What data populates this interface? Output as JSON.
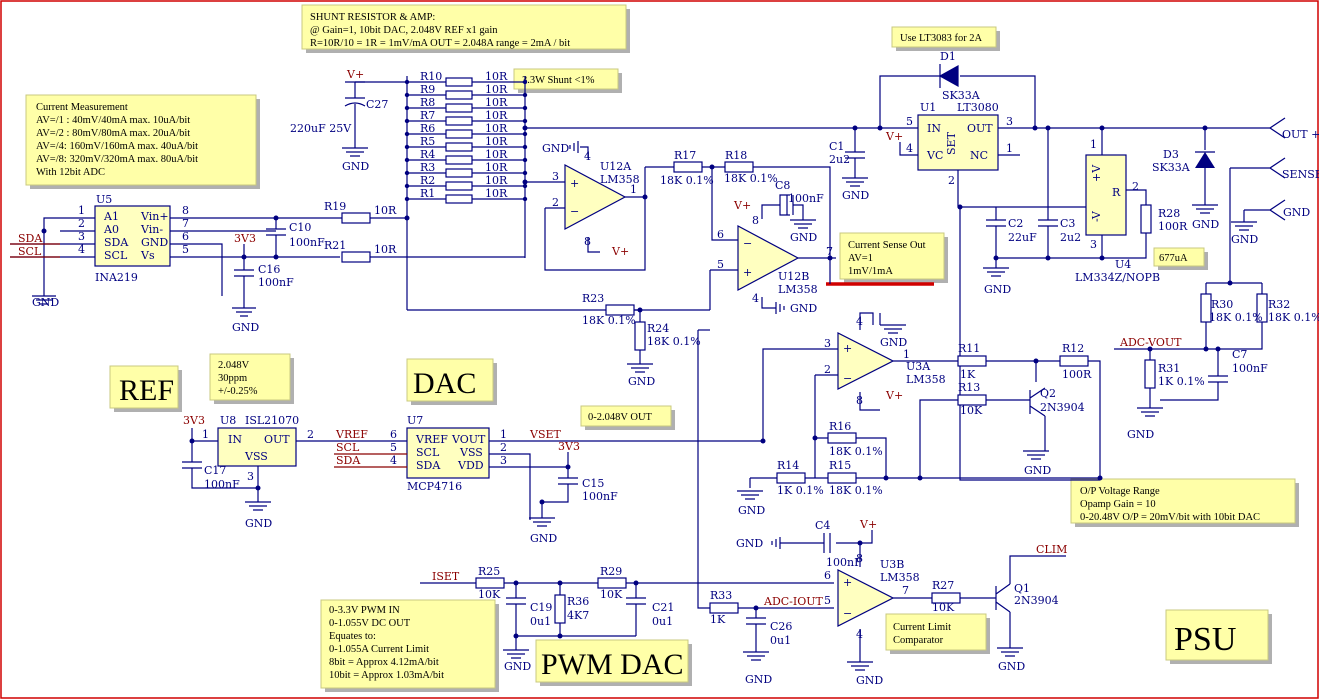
{
  "notes": {
    "shunt": [
      "SHUNT RESISTOR & AMP:",
      "@ Gain=1, 10bit DAC, 2.048V REF x1 gain",
      "R=10R/10 = 1R = 1mV/mA OUT = 2.048A range = 2mA / bit"
    ],
    "lt3083": [
      "Use LT3083 for 2A"
    ],
    "shunt33": [
      "3.3W Shunt <1%"
    ],
    "current_meas": [
      "Current Measurement",
      "AV=/1 : 40mV/40mA max. 10uA/bit",
      "AV=/2 : 80mV/80mA max. 20uA/bit",
      "AV=/4: 160mV/160mA max. 40uA/bit",
      "AV=/8: 320mV/320mA max. 80uA/bit",
      "With 12bit ADC"
    ],
    "current_sense": [
      "Current Sense Out",
      "AV=1",
      "1mV/1mA"
    ],
    "ref": [
      "2.048V",
      "30ppm",
      "+/-0.25%"
    ],
    "dac_out": [
      "0-2.048V OUT"
    ],
    "op_range": [
      "O/P Voltage Range",
      "Opamp Gain = 10",
      "0-20.48V O/P = 20mV/bit with 10bit DAC"
    ],
    "pwm": [
      "0-3.3V PWM IN",
      "0-1.055V DC OUT",
      "Equates to:",
      "0-1.055A Current Limit",
      "8bit = Approx 4.12mA/bit",
      "10bit = Approx 1.03mA/bit"
    ],
    "climit": [
      "Current Limit",
      "Comparator"
    ],
    "ua677": [
      "677uA"
    ]
  },
  "titles": {
    "ref": "REF",
    "dac": "DAC",
    "pwm_dac": "PWM DAC",
    "psu": "PSU"
  },
  "shunt_resistors": [
    {
      "ref": "R10",
      "val": "10R"
    },
    {
      "ref": "R9",
      "val": "10R"
    },
    {
      "ref": "R8",
      "val": "10R"
    },
    {
      "ref": "R7",
      "val": "10R"
    },
    {
      "ref": "R6",
      "val": "10R"
    },
    {
      "ref": "R5",
      "val": "10R"
    },
    {
      "ref": "R4",
      "val": "10R"
    },
    {
      "ref": "R3",
      "val": "10R"
    },
    {
      "ref": "R2",
      "val": "10R"
    },
    {
      "ref": "R1",
      "val": "10R"
    }
  ],
  "labels": {
    "vplus": "V+",
    "gnd": "GND",
    "v3v3": "3V3",
    "c27": "C27",
    "c27v": "220uF 25V",
    "u5": "U5",
    "u5n": "INA219",
    "u5a1": "A1",
    "u5a0": "A0",
    "u5sda": "SDA",
    "u5scl": "SCL",
    "u5vinp": "Vin+",
    "u5vinm": "Vin-",
    "u5gnd": "GND",
    "u5vs": "Vs",
    "sda": "SDA",
    "scl": "SCL",
    "c10": "C10",
    "c10v": "100nF",
    "c16": "C16",
    "c16v": "100nF",
    "r19": "R19",
    "r19v": "10R",
    "r21": "R21",
    "r21v": "10R",
    "u12a": "U12A",
    "u12an": "LM358",
    "u12b": "U12B",
    "u12bn": "LM358",
    "r17": "R17",
    "r17v": "18K 0.1%",
    "r18": "R18",
    "r18v": "18K 0.1%",
    "c8": "C8",
    "c8v": "100nF",
    "r23": "R23",
    "r23v": "18K 0.1%",
    "r24": "R24",
    "r24v": "18K 0.1%",
    "c1": "C1",
    "c1v": "2u2",
    "d1": "D1",
    "d1n": "SK33A",
    "u1": "U1",
    "u1n": "LT3080",
    "u1in": "IN",
    "u1out": "OUT",
    "u1vc": "VC",
    "u1nc": "NC",
    "u1set": "SET",
    "c2": "C2",
    "c2v": "22uF",
    "c3": "C3",
    "c3v": "2u2",
    "u4": "U4",
    "u4n": "LM334Z/NOPB",
    "u4vp": "+V",
    "u4vm": "-V",
    "u4r": "R",
    "r28": "R28",
    "r28v": "100R",
    "d3": "D3",
    "d3n": "SK33A",
    "out_plus": "OUT +",
    "sense": "SENSE",
    "gnd_out": "GND",
    "r30": "R30",
    "r30v": "18K 0.1%",
    "r32": "R32",
    "r32v": "18K 0.1%",
    "adc_vout": "ADC-VOUT",
    "r31": "R31",
    "r31v": "1K 0.1%",
    "c7": "C7",
    "c7v": "100nF",
    "u3a": "U3A",
    "u3an": "LM358",
    "r11": "R11",
    "r11v": "1K",
    "r12": "R12",
    "r12v": "100R",
    "r13": "R13",
    "r13v": "10K",
    "q2": "Q2",
    "q2n": "2N3904",
    "r16": "R16",
    "r16v": "18K 0.1%",
    "r14": "R14",
    "r14v": "1K 0.1%",
    "r15": "R15",
    "r15v": "18K 0.1%",
    "u8": "U8",
    "u8n": "ISL21070",
    "u8in": "IN",
    "u8out": "OUT",
    "u8vss": "VSS",
    "c17": "C17",
    "c17v": "100nF",
    "u7": "U7",
    "u7n": "MCP4716",
    "vref": "VREF",
    "vset": "VSET",
    "u7vref": "VREF",
    "u7vout": "VOUT",
    "u7scl": "SCL",
    "u7vss": "VSS",
    "u7sda": "SDA",
    "u7vdd": "VDD",
    "c15": "C15",
    "c15v": "100nF",
    "iset": "ISET",
    "r25": "R25",
    "r25v": "10K",
    "c19": "C19",
    "c19v": "0u1",
    "r36": "R36",
    "r36v": "4K7",
    "r29": "R29",
    "r29v": "10K",
    "c21": "C21",
    "c21v": "0u1",
    "r33": "R33",
    "r33v": "1K",
    "adc_iout": "ADC-IOUT",
    "c26": "C26",
    "c26v": "0u1",
    "c4": "C4",
    "c4v": "100nF",
    "u3b": "U3B",
    "u3bn": "LM358",
    "r27": "R27",
    "r27v": "10K",
    "q1": "Q1",
    "q1n": "2N3904",
    "clim": "CLIM",
    "p1": "1",
    "p2": "2",
    "p3": "3",
    "p4": "4",
    "p5": "5",
    "p6": "6",
    "p7": "7",
    "p8": "8"
  }
}
